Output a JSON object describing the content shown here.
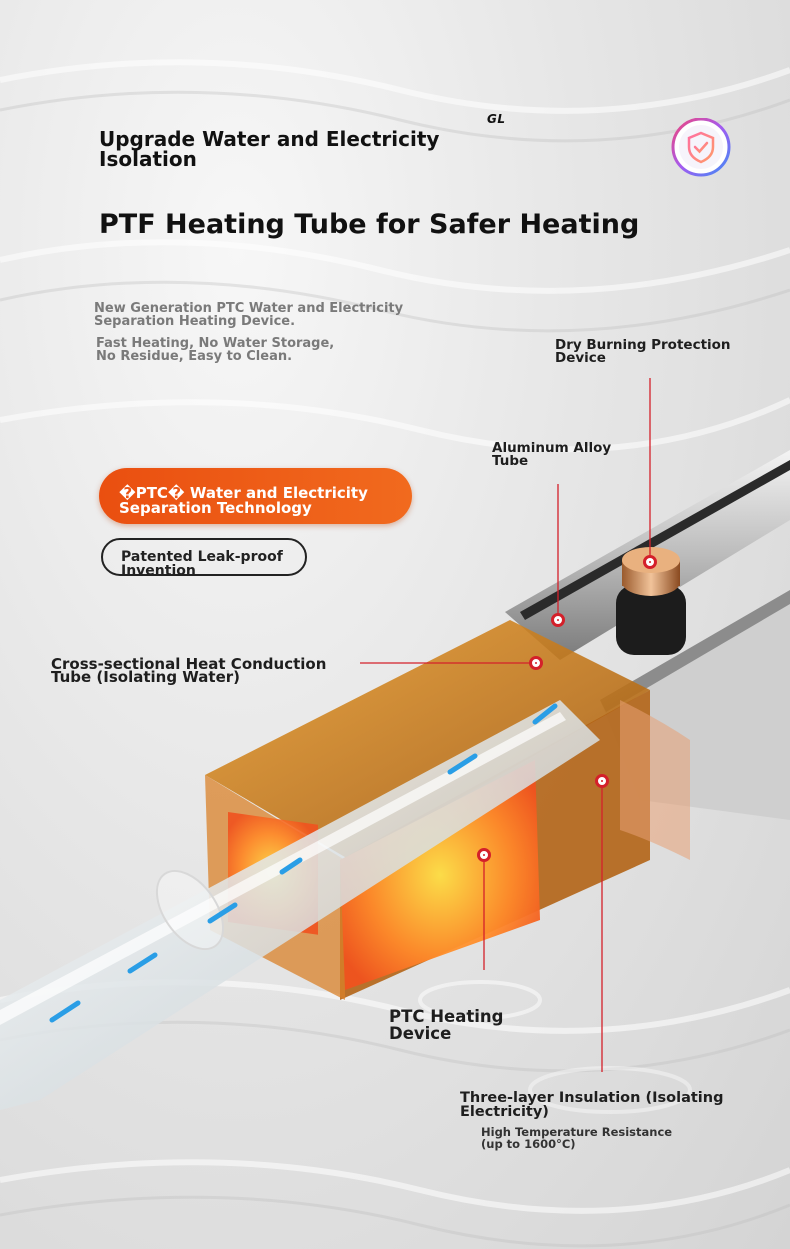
{
  "logo": "GL",
  "headline": "Upgrade Water and Electricity\n Isolation",
  "title": "PTF Heating Tube for Safer Heating",
  "intro": {
    "line1": "New Generation PTC Water and Electricity\n Separation Heating Device.",
    "line2": "Fast Heating, No Water Storage,\n No Residue, Easy to Clean."
  },
  "badges": {
    "primary": "�PTC� Water and Electricity\n Separation Technology",
    "secondary": "Patented Leak-proof\n Invention"
  },
  "labels": {
    "dry_burning": "Dry Burning Protection\n Device",
    "aluminum": "Aluminum Alloy\n Tube",
    "cross_section": "Cross-sectional Heat Conduction\n Tube (Isolating Water)",
    "ptc_heating": "PTC Heating\n Device",
    "insulation": "Three-layer Insulation (Isolating\n Electricity)",
    "temperature": "High Temperature Resistance\n (up to 1600°C)"
  },
  "icons": {
    "shield": "shield-check-icon"
  },
  "colors": {
    "accent_orange": "#ee5a15",
    "leader_red": "#d4202a",
    "water_blue": "#2a9ee6"
  }
}
